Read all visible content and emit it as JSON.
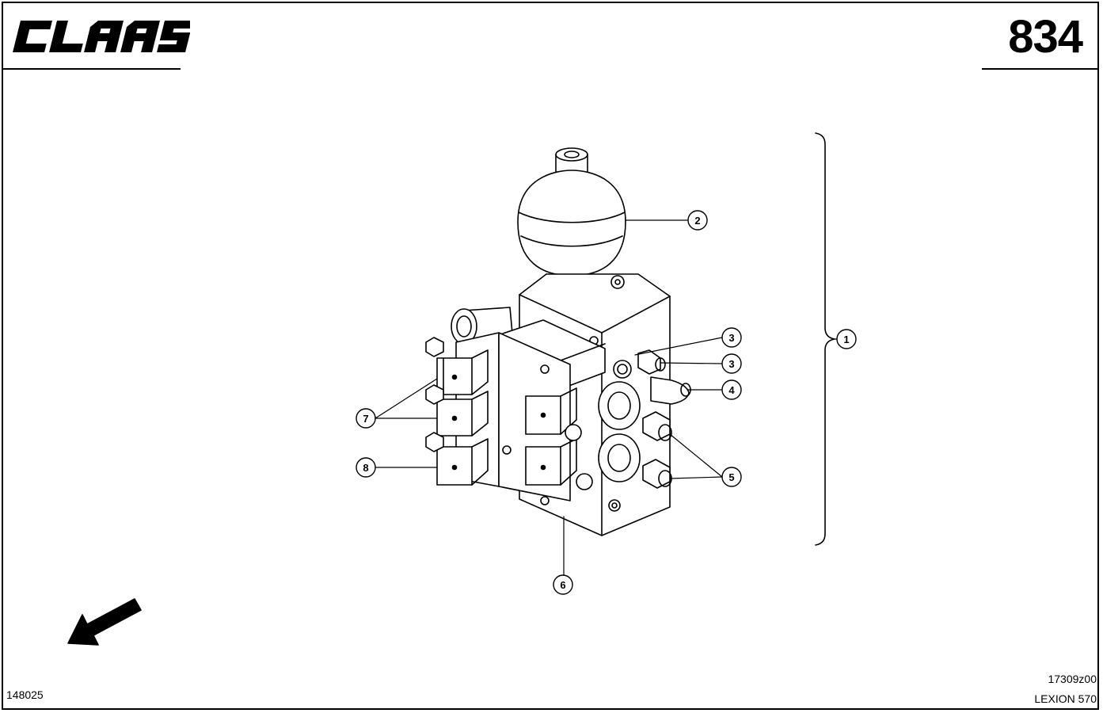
{
  "header": {
    "brand": "CLAAS",
    "page_number": "834"
  },
  "callouts": [
    {
      "id": "1",
      "label": "1"
    },
    {
      "id": "2",
      "label": "2"
    },
    {
      "id": "3a",
      "label": "3"
    },
    {
      "id": "3b",
      "label": "3"
    },
    {
      "id": "4",
      "label": "4"
    },
    {
      "id": "5",
      "label": "5"
    },
    {
      "id": "6",
      "label": "6"
    },
    {
      "id": "7",
      "label": "7"
    },
    {
      "id": "8",
      "label": "8"
    }
  ],
  "footer": {
    "left_code": "148025",
    "drawing_ref": "17309z00",
    "model": "LEXION 570"
  },
  "icons": [
    "direction-arrow-icon"
  ]
}
